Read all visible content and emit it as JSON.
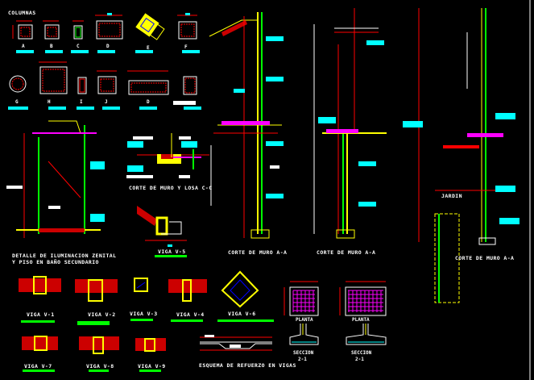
{
  "title": "COLUMNAS",
  "columns_row1": [
    "A",
    "B",
    "C",
    "D",
    "E",
    "F"
  ],
  "columns_row2": [
    "G",
    "H",
    "I",
    "J",
    "D"
  ],
  "details": {
    "zenital_line1": "DETALLE DE ILUMINACION ZENITAL",
    "zenital_line2": "Y PISO EN BAÑO SECUNDARIO",
    "corte_cc": "CORTE DE MURO Y LOSA C-C",
    "viga_v5": "VIGA V-5",
    "corte_aa_1": "CORTE DE MURO A-A",
    "corte_aa_2": "CORTE DE MURO A-A",
    "corte_aa_3": "CORTE DE MURO A-A",
    "jardin": "JARDIN"
  },
  "vigas": [
    "VIGA V-1",
    "VIGA V-2",
    "VIGA V-3",
    "VIGA V-4",
    "VIGA V-6",
    "VIGA V-7",
    "VIGA V-8",
    "VIGA V-9"
  ],
  "esquema": "ESQUEMA DE REFUERZO EN VIGAS",
  "zapatas": {
    "planta_1": "PLANTA",
    "planta_2": "PLANTA",
    "seccion_1": "SECCION",
    "seccion_2": "SECCION",
    "seccion_id_1": "2-1",
    "seccion_id_2": "2-1"
  },
  "colors": {
    "background": "#000000",
    "rebar": "#00ff00",
    "dimension": "#ff0000",
    "concrete": "#ffff00",
    "annotation": "#00ffff",
    "mesh": "#ff00ff"
  }
}
